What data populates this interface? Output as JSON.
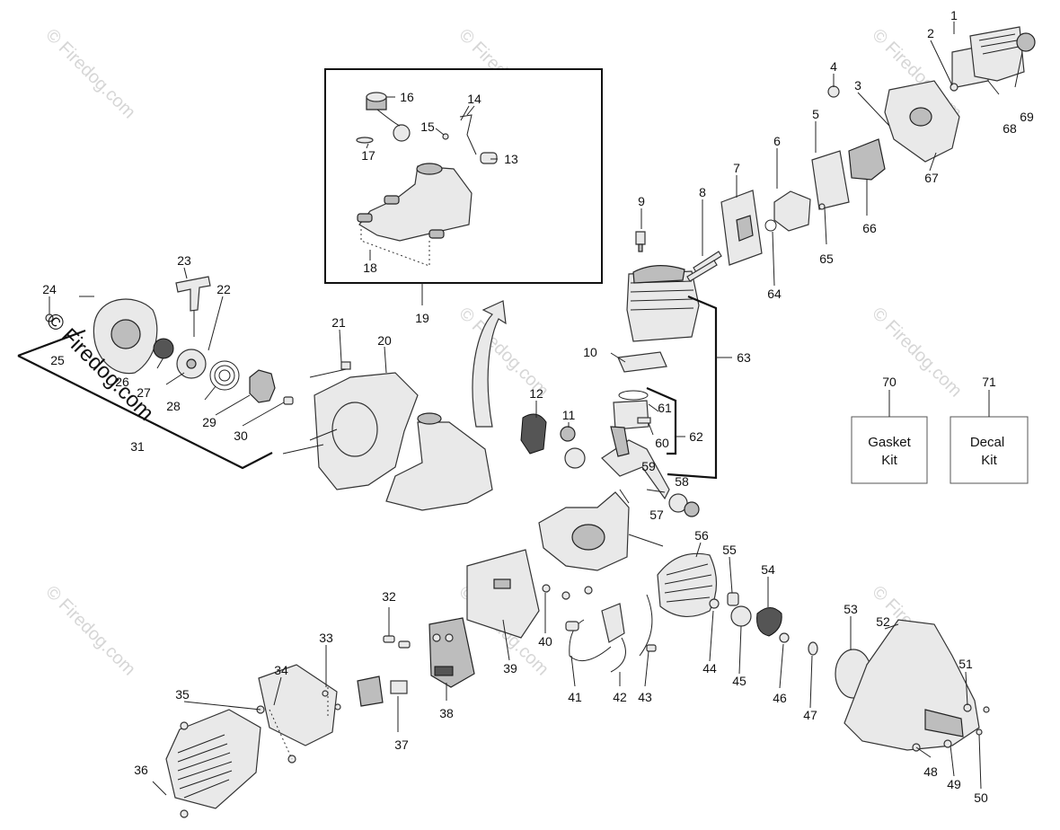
{
  "watermark": {
    "text": "© Firedog.com",
    "overlay_text": "© Firedog.com"
  },
  "callouts": [
    "1",
    "2",
    "3",
    "4",
    "5",
    "6",
    "7",
    "8",
    "9",
    "10",
    "11",
    "12",
    "13",
    "14",
    "15",
    "16",
    "17",
    "18",
    "19",
    "20",
    "21",
    "22",
    "23",
    "24",
    "25",
    "26",
    "27",
    "28",
    "29",
    "30",
    "31",
    "32",
    "33",
    "34",
    "35",
    "36",
    "37",
    "38",
    "39",
    "40",
    "41",
    "42",
    "43",
    "44",
    "45",
    "46",
    "47",
    "48",
    "49",
    "50",
    "51",
    "52",
    "53",
    "54",
    "55",
    "56",
    "57",
    "58",
    "59",
    "60",
    "61",
    "62",
    "63",
    "64",
    "65",
    "66",
    "67",
    "68",
    "69"
  ],
  "kits": {
    "gasket": {
      "number": "70",
      "line1": "Gasket",
      "line2": "Kit"
    },
    "decal": {
      "number": "71",
      "line1": "Decal",
      "line2": "Kit"
    }
  }
}
